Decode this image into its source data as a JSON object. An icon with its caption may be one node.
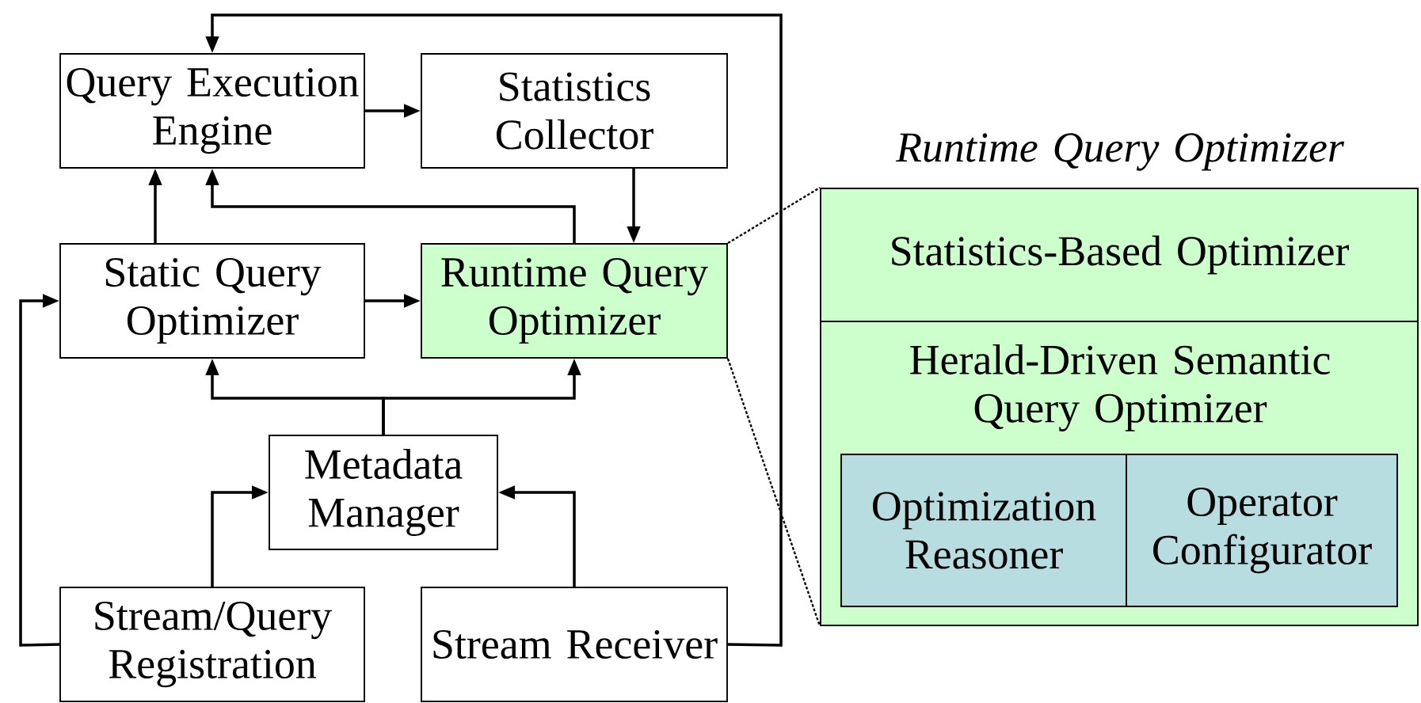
{
  "diagram": {
    "nodes": [
      {
        "text": [
          "Query Execution Engine"
        ]
      },
      {
        "text": [
          "Statistics Collector"
        ]
      },
      {
        "text": [
          "Static Query Optimizer"
        ]
      },
      {
        "text": [
          "Runtime Query Optimizer"
        ]
      },
      {
        "text": [
          "Metadata Manager"
        ]
      },
      {
        "text": [
          "Stream/Query Registration"
        ]
      },
      {
        "text": [
          "Stream Receiver"
        ]
      },
      {
        "text": [
          "Runtime Query Optimizer"
        ]
      },
      {
        "text": [
          "Statistics-Based Optimizer"
        ],
        "in": 7
      },
      {
        "text": [
          "Herald-Driven Semantic Query Optimizer"
        ],
        "in": 7
      },
      {
        "text": [
          "Optimization Reasoner"
        ],
        "in": 9
      },
      {
        "text": [
          "Operator Configurator"
        ],
        "in": 9
      }
    ],
    "edges": [
      {
        "from": 0,
        "to": 1,
        "arrow": "to"
      },
      {
        "from": 1,
        "to": 3,
        "arrow": "to"
      },
      {
        "from": 2,
        "to": 0,
        "arrow": "to"
      },
      {
        "from": 3,
        "to": 0,
        "arrow": "to"
      },
      {
        "from": 2,
        "to": 3,
        "arrow": "to"
      },
      {
        "from": 4,
        "to": 2,
        "arrow": "to"
      },
      {
        "from": 4,
        "to": 3,
        "arrow": "to"
      },
      {
        "from": 5,
        "to": 4,
        "arrow": "to"
      },
      {
        "from": 6,
        "to": 4,
        "arrow": "to"
      },
      {
        "from": 5,
        "to": 2,
        "arrow": "to"
      },
      {
        "from": 6,
        "to": 0,
        "arrow": "to"
      },
      {
        "from": 3,
        "to": 7,
        "arrow": "none",
        "style": "dashed"
      },
      {
        "from": 3,
        "to": 7,
        "arrow": "none",
        "style": "dashed"
      }
    ]
  }
}
